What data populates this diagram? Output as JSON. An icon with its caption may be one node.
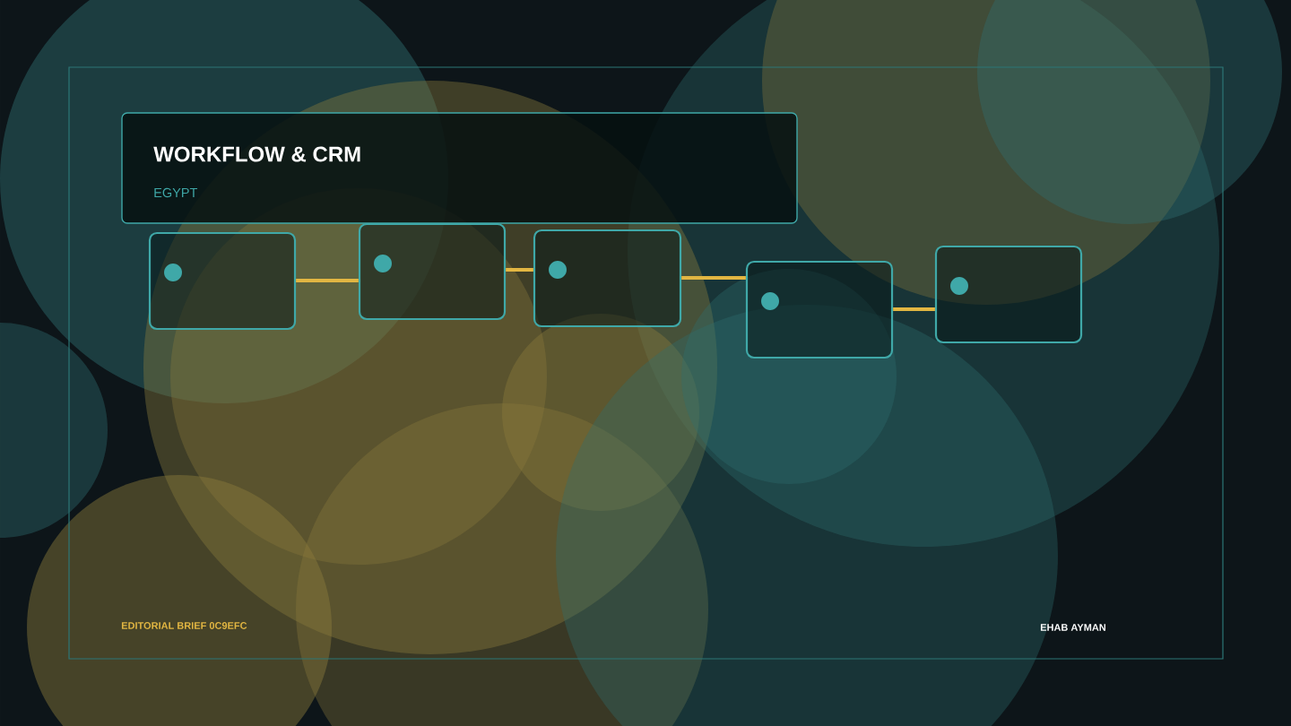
{
  "diagram": {
    "nodes": [
      {
        "text": [
          "WORKFLOW & CRM",
          "EGYPT"
        ]
      },
      {
        "text": [],
        "shape": "box"
      },
      {
        "text": [],
        "shape": "box"
      },
      {
        "text": [],
        "shape": "box"
      },
      {
        "text": [],
        "shape": "box"
      },
      {
        "text": [],
        "shape": "box"
      }
    ],
    "edges": [
      {
        "from": 1,
        "to": 2,
        "arrow": "none"
      },
      {
        "from": 2,
        "to": 3,
        "arrow": "none"
      },
      {
        "from": 3,
        "to": 4,
        "arrow": "none"
      },
      {
        "from": 4,
        "to": 5,
        "arrow": "none"
      }
    ],
    "labels": [
      "EDITORIAL BRIEF  0C9EFC",
      "EHAB AYMAN"
    ]
  }
}
